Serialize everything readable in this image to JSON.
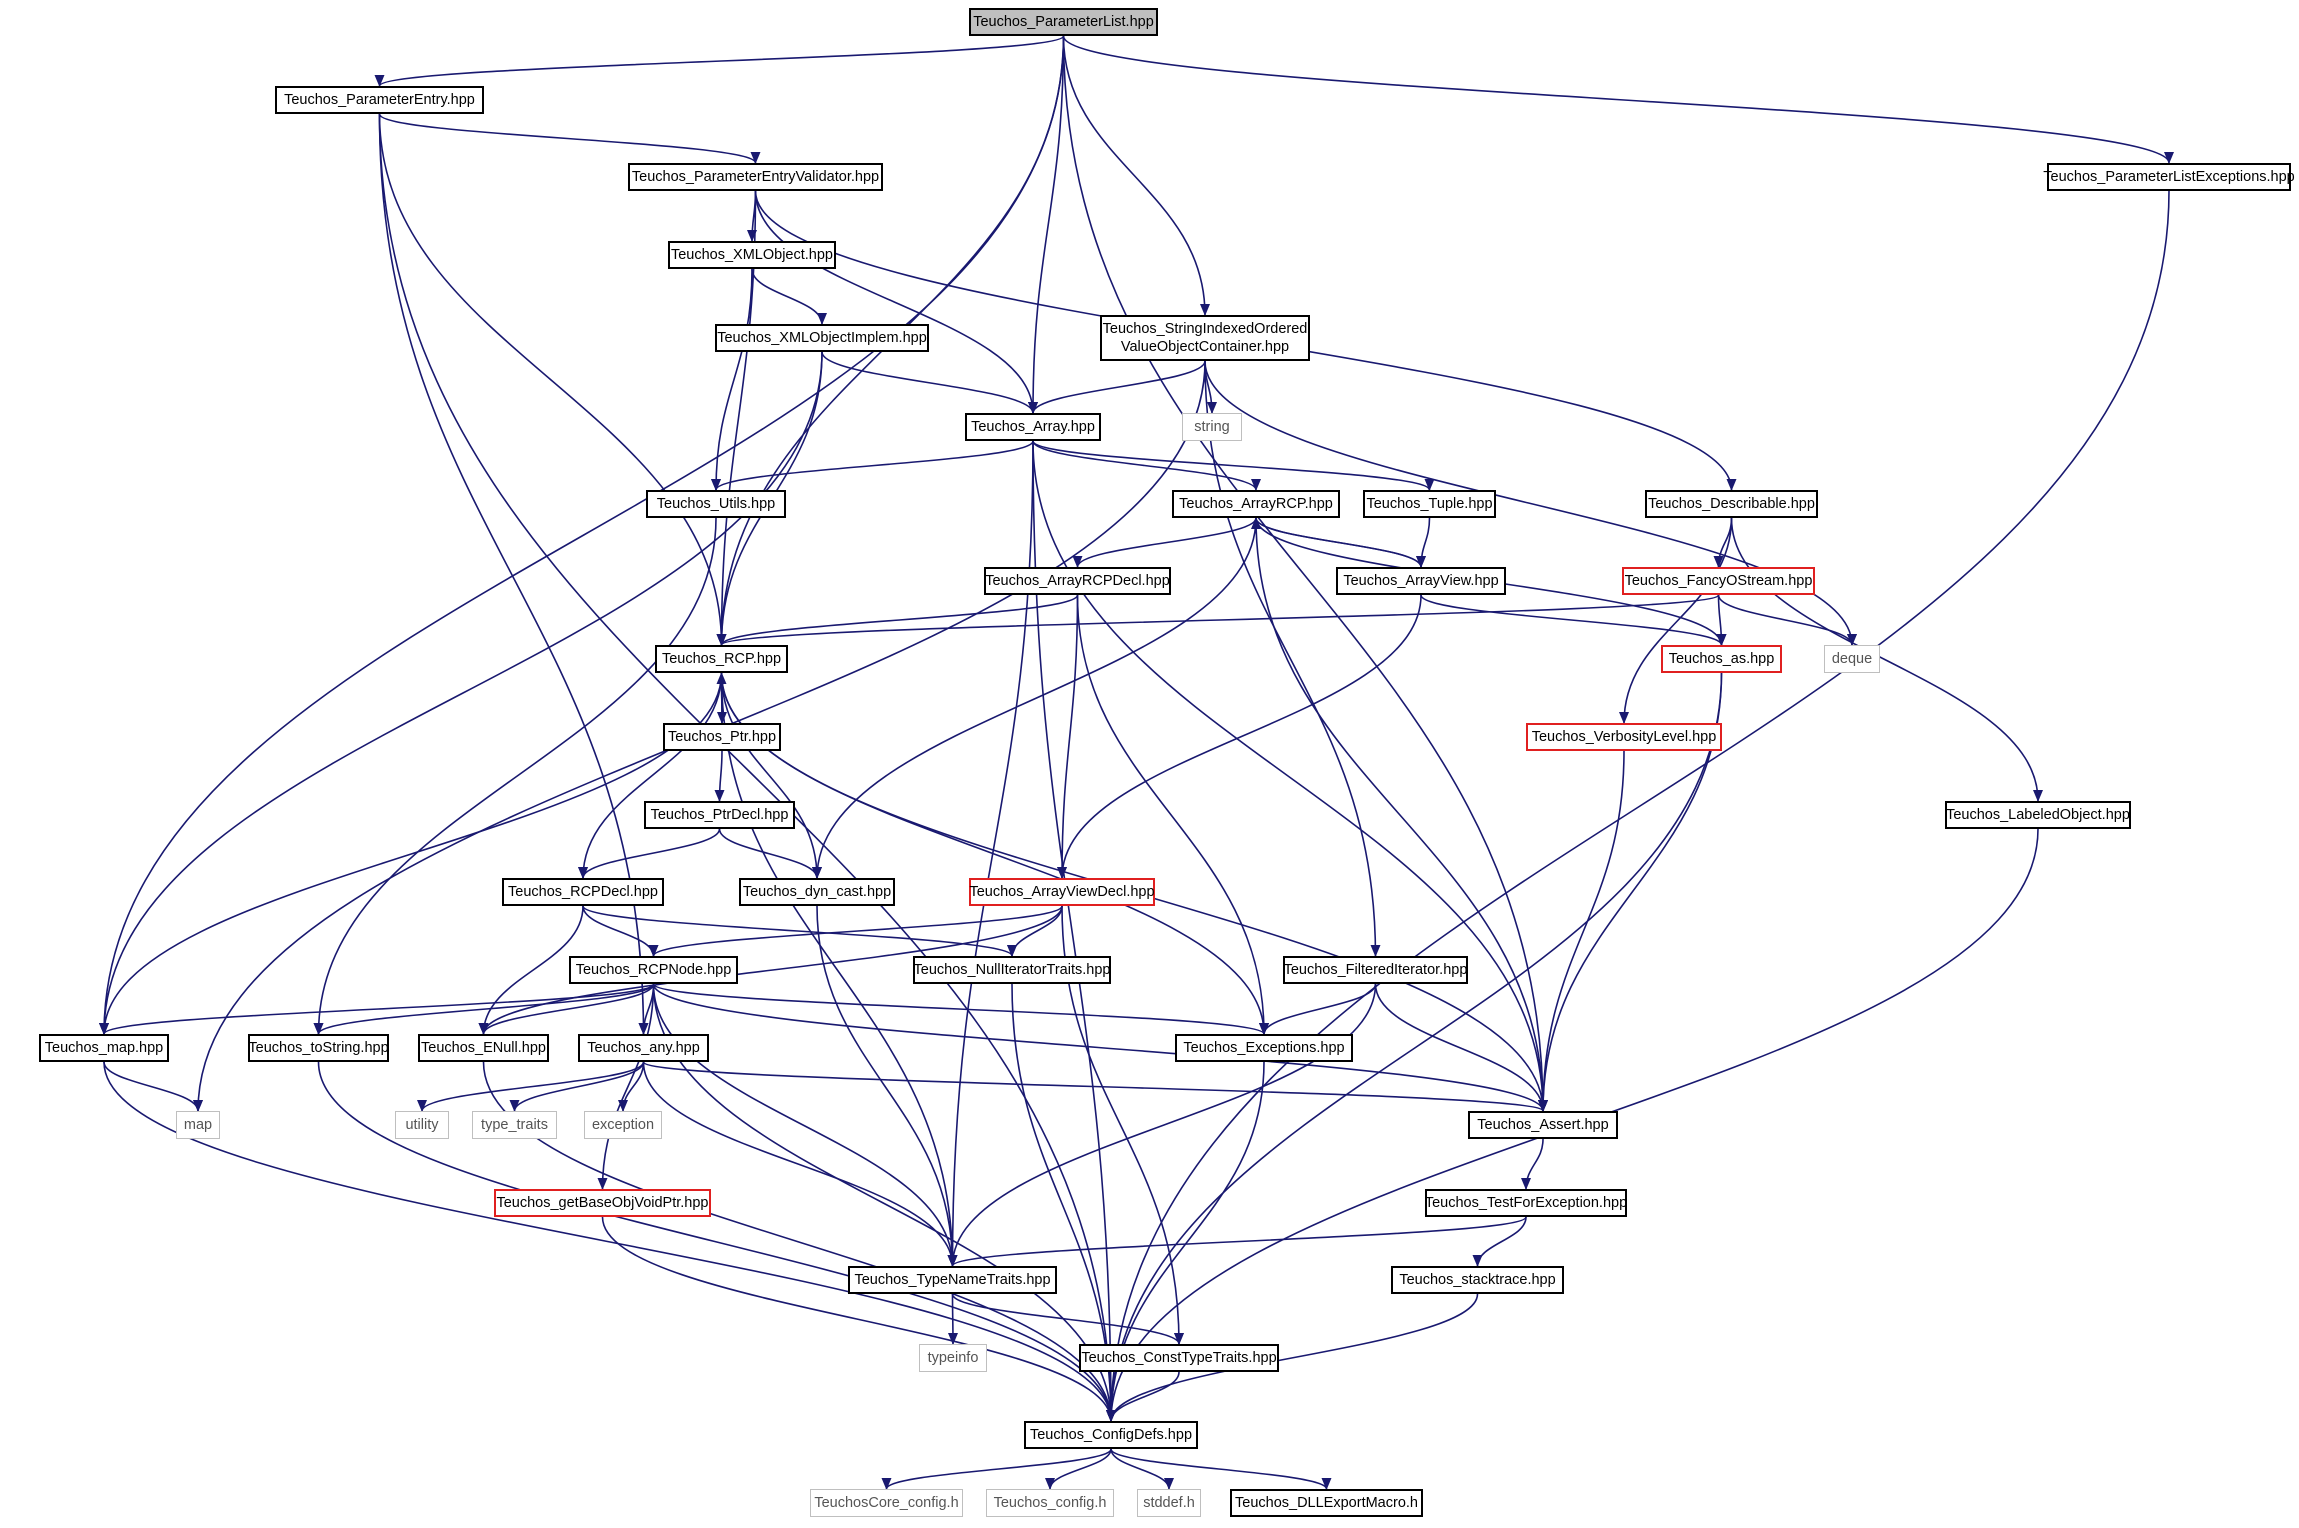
{
  "diagram": {
    "nodes": [
      {
        "id": "root",
        "label": "Teuchos_ParameterList.hpp"
      },
      {
        "id": "pe",
        "label": "Teuchos_ParameterEntry.hpp"
      },
      {
        "id": "ple",
        "label": "Teuchos_ParameterListExceptions.hpp"
      },
      {
        "id": "pev",
        "label": "Teuchos_ParameterEntryValidator.hpp"
      },
      {
        "id": "xml",
        "label": "Teuchos_XMLObject.hpp"
      },
      {
        "id": "xmli",
        "label": "Teuchos_XMLObjectImplem.hpp"
      },
      {
        "id": "sio",
        "label": "Teuchos_StringIndexedOrdered\nValueObjectContainer.hpp"
      },
      {
        "id": "string",
        "label": "string"
      },
      {
        "id": "array",
        "label": "Teuchos_Array.hpp"
      },
      {
        "id": "utils",
        "label": "Teuchos_Utils.hpp"
      },
      {
        "id": "arcp",
        "label": "Teuchos_ArrayRCP.hpp"
      },
      {
        "id": "tuple",
        "label": "Teuchos_Tuple.hpp"
      },
      {
        "id": "desc",
        "label": "Teuchos_Describable.hpp"
      },
      {
        "id": "arcpd",
        "label": "Teuchos_ArrayRCPDecl.hpp"
      },
      {
        "id": "av",
        "label": "Teuchos_ArrayView.hpp"
      },
      {
        "id": "fos",
        "label": "Teuchos_FancyOStream.hpp"
      },
      {
        "id": "rcp",
        "label": "Teuchos_RCP.hpp"
      },
      {
        "id": "as",
        "label": "Teuchos_as.hpp"
      },
      {
        "id": "deque",
        "label": "deque"
      },
      {
        "id": "ptr",
        "label": "Teuchos_Ptr.hpp"
      },
      {
        "id": "vl",
        "label": "Teuchos_VerbosityLevel.hpp"
      },
      {
        "id": "lo",
        "label": "Teuchos_LabeledObject.hpp"
      },
      {
        "id": "ptrd",
        "label": "Teuchos_PtrDecl.hpp"
      },
      {
        "id": "rcpd",
        "label": "Teuchos_RCPDecl.hpp"
      },
      {
        "id": "dyn",
        "label": "Teuchos_dyn_cast.hpp"
      },
      {
        "id": "avd",
        "label": "Teuchos_ArrayViewDecl.hpp"
      },
      {
        "id": "rcpn",
        "label": "Teuchos_RCPNode.hpp"
      },
      {
        "id": "nit",
        "label": "Teuchos_NullIteratorTraits.hpp"
      },
      {
        "id": "fi",
        "label": "Teuchos_FilteredIterator.hpp"
      },
      {
        "id": "map",
        "label": "Teuchos_map.hpp"
      },
      {
        "id": "tostr",
        "label": "Teuchos_toString.hpp"
      },
      {
        "id": "enull",
        "label": "Teuchos_ENull.hpp"
      },
      {
        "id": "any",
        "label": "Teuchos_any.hpp"
      },
      {
        "id": "exc",
        "label": "Teuchos_Exceptions.hpp"
      },
      {
        "id": "mapstd",
        "label": "map"
      },
      {
        "id": "utility",
        "label": "utility"
      },
      {
        "id": "tt",
        "label": "type_traits"
      },
      {
        "id": "exception",
        "label": "exception"
      },
      {
        "id": "assert",
        "label": "Teuchos_Assert.hpp"
      },
      {
        "id": "gbo",
        "label": "Teuchos_getBaseObjVoidPtr.hpp"
      },
      {
        "id": "tfe",
        "label": "Teuchos_TestForException.hpp"
      },
      {
        "id": "tnt",
        "label": "Teuchos_TypeNameTraits.hpp"
      },
      {
        "id": "st",
        "label": "Teuchos_stacktrace.hpp"
      },
      {
        "id": "typeinfo",
        "label": "typeinfo"
      },
      {
        "id": "ctt",
        "label": "Teuchos_ConstTypeTraits.hpp"
      },
      {
        "id": "cd",
        "label": "Teuchos_ConfigDefs.hpp"
      },
      {
        "id": "tcc",
        "label": "TeuchosCore_config.h"
      },
      {
        "id": "tc",
        "label": "Teuchos_config.h"
      },
      {
        "id": "stddef",
        "label": "stddef.h"
      },
      {
        "id": "dll",
        "label": "Teuchos_DLLExportMacro.h"
      }
    ],
    "edges": [
      [
        "root",
        "pe"
      ],
      [
        "root",
        "map"
      ],
      [
        "root",
        "rcp"
      ],
      [
        "root",
        "array"
      ],
      [
        "root",
        "sio"
      ],
      [
        "root",
        "assert"
      ],
      [
        "root",
        "ple"
      ],
      [
        "pe",
        "pev"
      ],
      [
        "pe",
        "rcp"
      ],
      [
        "pe",
        "any"
      ],
      [
        "pe",
        "cd"
      ],
      [
        "ple",
        "cd"
      ],
      [
        "pev",
        "xml"
      ],
      [
        "pev",
        "array"
      ],
      [
        "pev",
        "rcp"
      ],
      [
        "pev",
        "desc"
      ],
      [
        "xml",
        "xmli"
      ],
      [
        "xml",
        "utils"
      ],
      [
        "xmli",
        "array"
      ],
      [
        "xmli",
        "rcp"
      ],
      [
        "xmli",
        "map"
      ],
      [
        "sio",
        "array"
      ],
      [
        "sio",
        "string"
      ],
      [
        "sio",
        "fi"
      ],
      [
        "sio",
        "deque"
      ],
      [
        "sio",
        "mapstd"
      ],
      [
        "array",
        "utils"
      ],
      [
        "array",
        "arcp"
      ],
      [
        "array",
        "tuple"
      ],
      [
        "array",
        "assert"
      ],
      [
        "array",
        "tnt"
      ],
      [
        "array",
        "cd"
      ],
      [
        "utils",
        "tostr"
      ],
      [
        "arcp",
        "arcpd"
      ],
      [
        "arcp",
        "av"
      ],
      [
        "arcp",
        "as"
      ],
      [
        "arcp",
        "assert"
      ],
      [
        "arcp",
        "dyn"
      ],
      [
        "tuple",
        "av"
      ],
      [
        "desc",
        "fos"
      ],
      [
        "desc",
        "vl"
      ],
      [
        "desc",
        "lo"
      ],
      [
        "arcpd",
        "rcp"
      ],
      [
        "arcpd",
        "avd"
      ],
      [
        "arcpd",
        "exc"
      ],
      [
        "av",
        "arcp"
      ],
      [
        "av",
        "avd"
      ],
      [
        "av",
        "as"
      ],
      [
        "fos",
        "rcp"
      ],
      [
        "fos",
        "as"
      ],
      [
        "fos",
        "deque"
      ],
      [
        "rcp",
        "ptr"
      ],
      [
        "rcp",
        "rcpd"
      ],
      [
        "rcp",
        "dyn"
      ],
      [
        "rcp",
        "map"
      ],
      [
        "rcp",
        "tnt"
      ],
      [
        "rcp",
        "exc"
      ],
      [
        "rcp",
        "assert"
      ],
      [
        "ptr",
        "rcp"
      ],
      [
        "ptr",
        "ptrd"
      ],
      [
        "as",
        "assert"
      ],
      [
        "as",
        "cd"
      ],
      [
        "vl",
        "assert"
      ],
      [
        "lo",
        "cd"
      ],
      [
        "ptrd",
        "rcpd"
      ],
      [
        "ptrd",
        "dyn"
      ],
      [
        "rcpd",
        "rcpn"
      ],
      [
        "rcpd",
        "enull"
      ],
      [
        "rcpd",
        "nit"
      ],
      [
        "dyn",
        "tnt"
      ],
      [
        "avd",
        "rcpn"
      ],
      [
        "avd",
        "enull"
      ],
      [
        "avd",
        "nit"
      ],
      [
        "avd",
        "ctt"
      ],
      [
        "rcpn",
        "map"
      ],
      [
        "rcpn",
        "tostr"
      ],
      [
        "rcpn",
        "enull"
      ],
      [
        "rcpn",
        "any"
      ],
      [
        "rcpn",
        "exc"
      ],
      [
        "rcpn",
        "assert"
      ],
      [
        "rcpn",
        "tnt"
      ],
      [
        "rcpn",
        "gbo"
      ],
      [
        "rcpn",
        "cd"
      ],
      [
        "nit",
        "cd"
      ],
      [
        "fi",
        "exc"
      ],
      [
        "fi",
        "assert"
      ],
      [
        "fi",
        "tnt"
      ],
      [
        "map",
        "mapstd"
      ],
      [
        "map",
        "cd"
      ],
      [
        "tostr",
        "cd"
      ],
      [
        "enull",
        "cd"
      ],
      [
        "any",
        "utility"
      ],
      [
        "any",
        "tt"
      ],
      [
        "any",
        "exception"
      ],
      [
        "any",
        "assert"
      ],
      [
        "any",
        "tnt"
      ],
      [
        "exc",
        "cd"
      ],
      [
        "assert",
        "tfe"
      ],
      [
        "tfe",
        "tnt"
      ],
      [
        "tfe",
        "st"
      ],
      [
        "st",
        "cd"
      ],
      [
        "gbo",
        "cd"
      ],
      [
        "tnt",
        "typeinfo"
      ],
      [
        "tnt",
        "ctt"
      ],
      [
        "ctt",
        "cd"
      ],
      [
        "cd",
        "tcc"
      ],
      [
        "cd",
        "tc"
      ],
      [
        "cd",
        "stddef"
      ],
      [
        "cd",
        "dll"
      ]
    ]
  }
}
